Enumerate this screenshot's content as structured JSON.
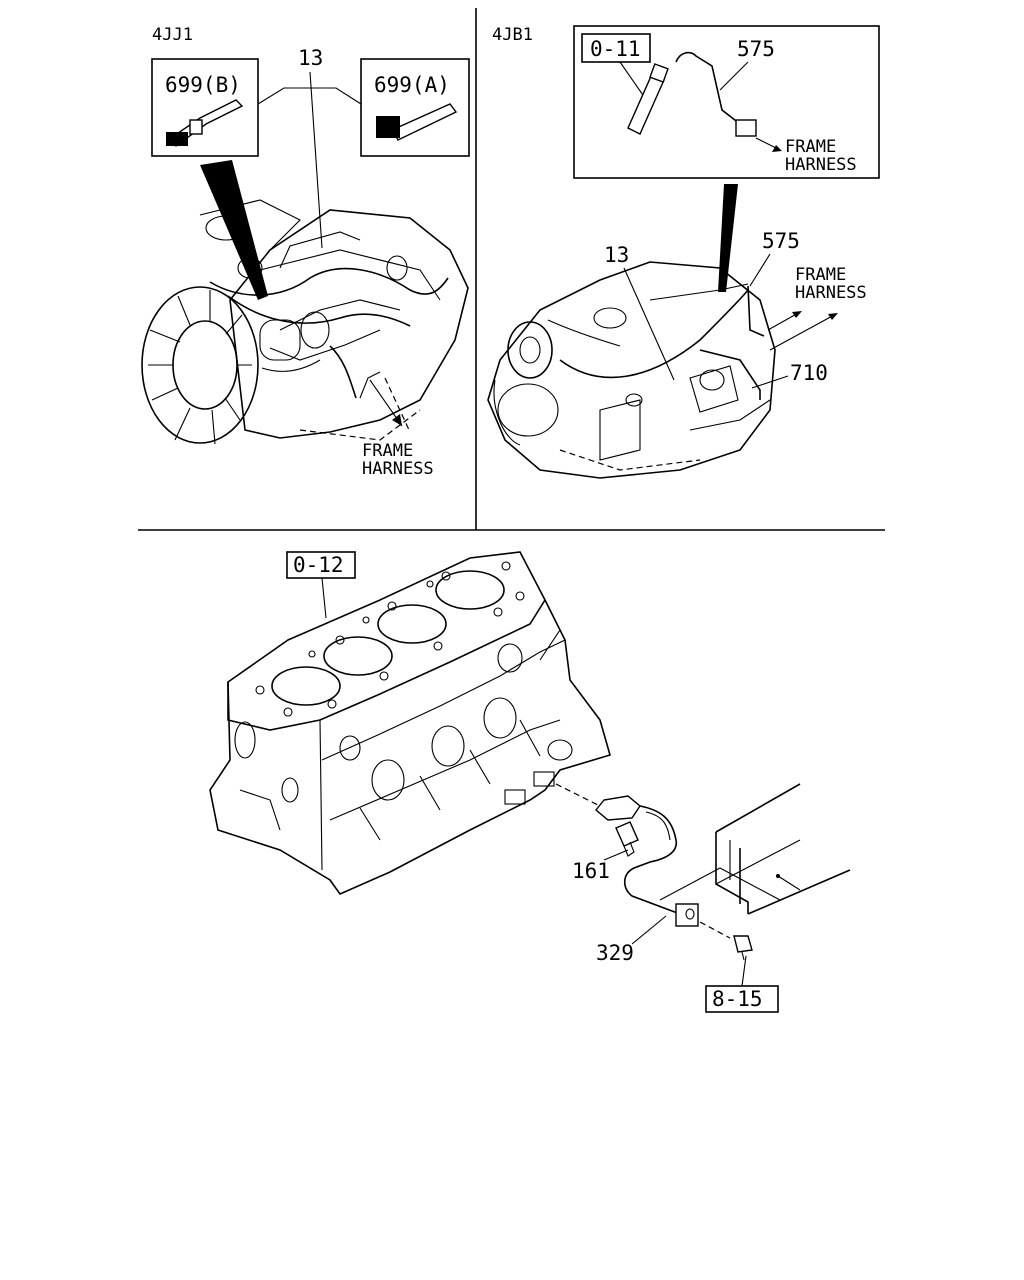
{
  "panels": {
    "top_left": {
      "engine_label": "4JJ1",
      "callouts": {
        "harness": "13",
        "clip_b": "699(B)",
        "clip_a": "699(A)",
        "frame_harness_line1": "FRAME",
        "frame_harness_line2": "HARNESS"
      }
    },
    "top_right": {
      "engine_label": "4JB1",
      "callouts": {
        "ref_box": "0-11",
        "glow_lead_inset": "575",
        "inset_frame_line1": "FRAME",
        "inset_frame_line2": "HARNESS",
        "harness": "13",
        "glow_lead": "575",
        "frame_harness_line1": "FRAME",
        "frame_harness_line2": "HARNESS",
        "bracket_harness": "710"
      }
    },
    "bottom": {
      "callouts": {
        "ref_box_block": "0-12",
        "bolt": "161",
        "ground_cable": "329",
        "ref_box_frame": "8-15"
      }
    }
  }
}
